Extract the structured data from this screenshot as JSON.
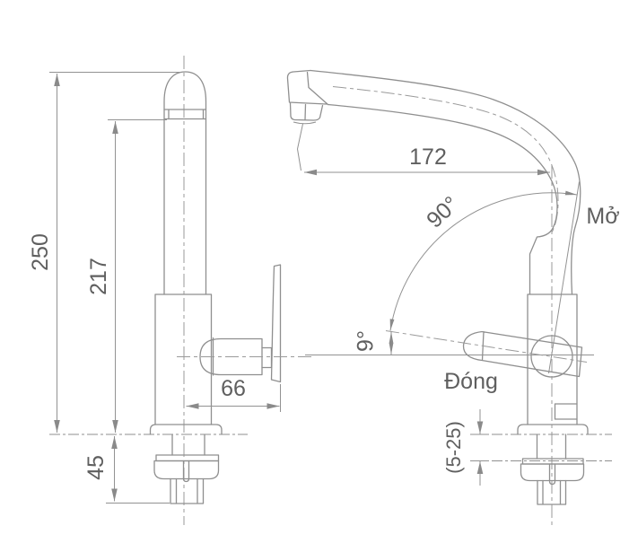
{
  "drawing": {
    "views": {
      "front": {
        "dim_total_height": "250",
        "dim_spout_base_height": "217",
        "dim_handle_reach": "66",
        "dim_below_counter": "45"
      },
      "side": {
        "dim_spout_reach": "172",
        "dim_swivel_angle": "90°",
        "dim_handle_angle": "9°",
        "label_open": "Mở",
        "label_closed": "Đóng",
        "dim_counter_thickness": "(5-25)"
      }
    },
    "colors": {
      "line": "#8f8f8f",
      "centerline": "#9a9a9a",
      "text": "#5f5f5f",
      "background": "#ffffff"
    }
  }
}
